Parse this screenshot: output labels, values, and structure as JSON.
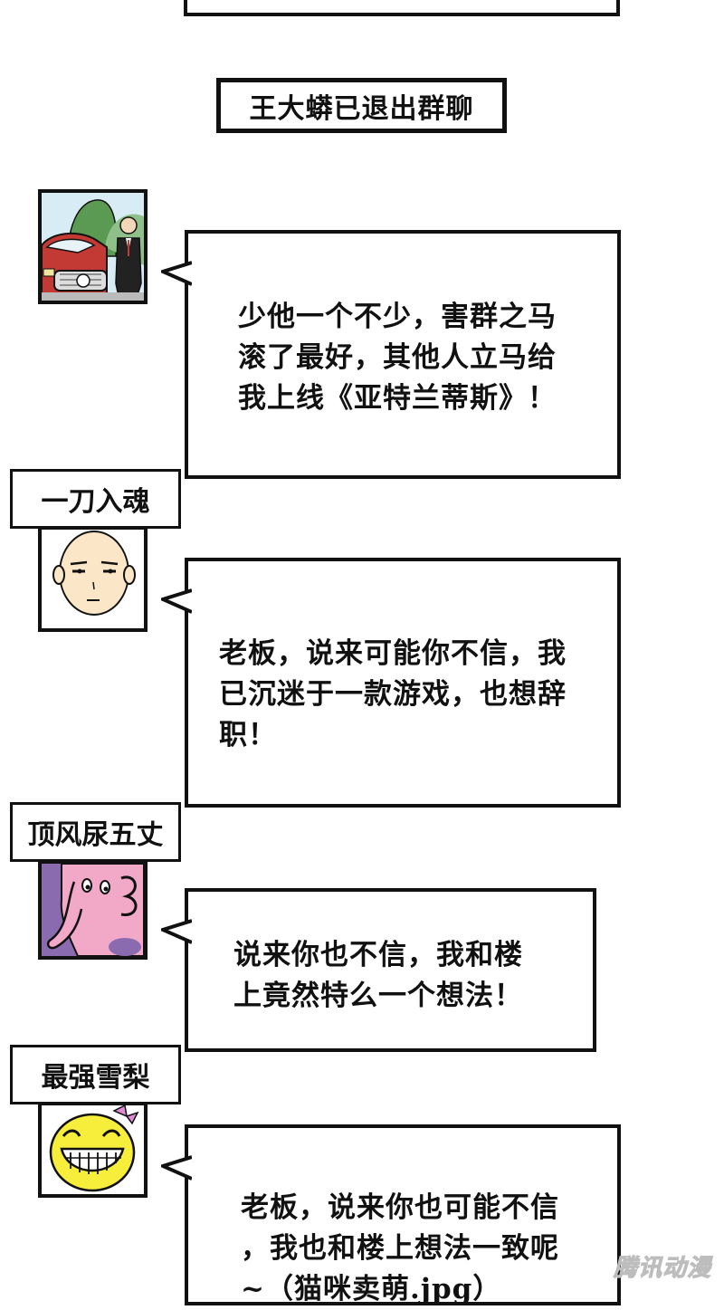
{
  "system_notice": "王大蟒已退出群聊",
  "messages": [
    {
      "sender": "",
      "avatar_icon": "car-and-suited-man-avatar-icon",
      "text": "少他一个不少，害群之马\n滚了最好，其他人立马给\n我上线《亚特兰蒂斯》！"
    },
    {
      "sender": "一刀入魂",
      "avatar_icon": "bald-man-avatar-icon",
      "text": "老板，说来可能你不信，我\n已沉迷于一款游戏，也想辞\n职！"
    },
    {
      "sender": "顶风尿五丈",
      "avatar_icon": "pink-elephant-avatar-icon",
      "text": "说来你也不信，我和楼\n上竟然特么一个想法！"
    },
    {
      "sender": "最强雪梨",
      "avatar_icon": "laughing-face-avatar-icon",
      "text": "老板，说来你也可能不信\n，我也和楼上想法一致呢\n~（猫咪卖萌.jpg）"
    }
  ],
  "watermark": "腾讯动漫",
  "colors": {
    "border": "#111111",
    "elephant_pink": "#f2a9c8",
    "elephant_bg": "#8a6bb0",
    "face_yellow": "#f7ee3c",
    "bow_pink": "#e08ad6"
  }
}
